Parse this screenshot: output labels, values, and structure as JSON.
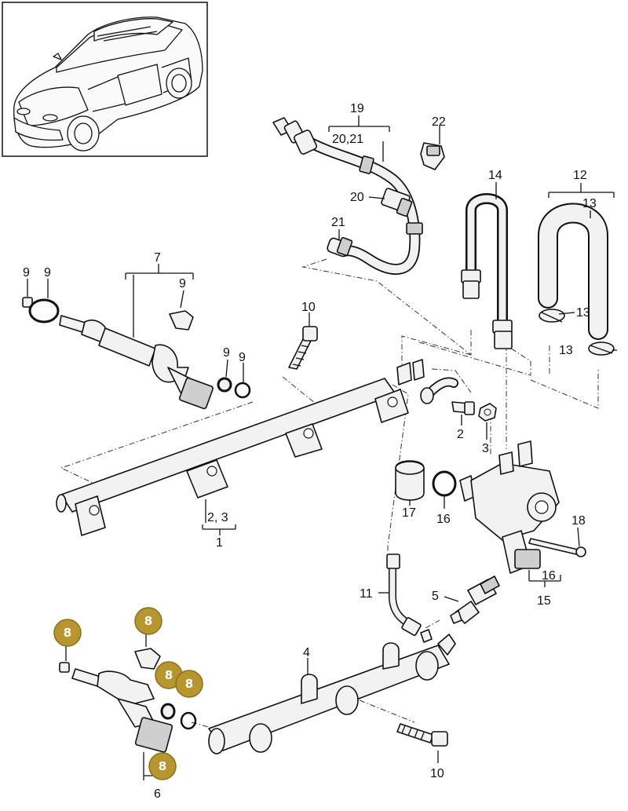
{
  "labels": {
    "l19": "19",
    "l20_21": "20,21",
    "l22": "22",
    "l20": "20",
    "l21": "21",
    "l14": "14",
    "l12": "12",
    "l13a": "13",
    "l13b": "13",
    "l13c": "13",
    "l7": "7",
    "l9a": "9",
    "l9b": "9",
    "l9c": "9",
    "l9d": "9",
    "l9e": "9",
    "l10a": "10",
    "l2a": "2",
    "l3a": "3",
    "l2_3": "2, 3",
    "l1": "1",
    "l17": "17",
    "l16a": "16",
    "l18": "18",
    "l16b": "16",
    "l15": "15",
    "l11": "11",
    "l5": "5",
    "l4": "4",
    "l10b": "10",
    "l6": "6"
  },
  "badges": [
    "8",
    "8",
    "8",
    "8",
    "8"
  ],
  "colors": {
    "badge": "#b8962e",
    "badge_stroke": "#8a6f1e"
  }
}
